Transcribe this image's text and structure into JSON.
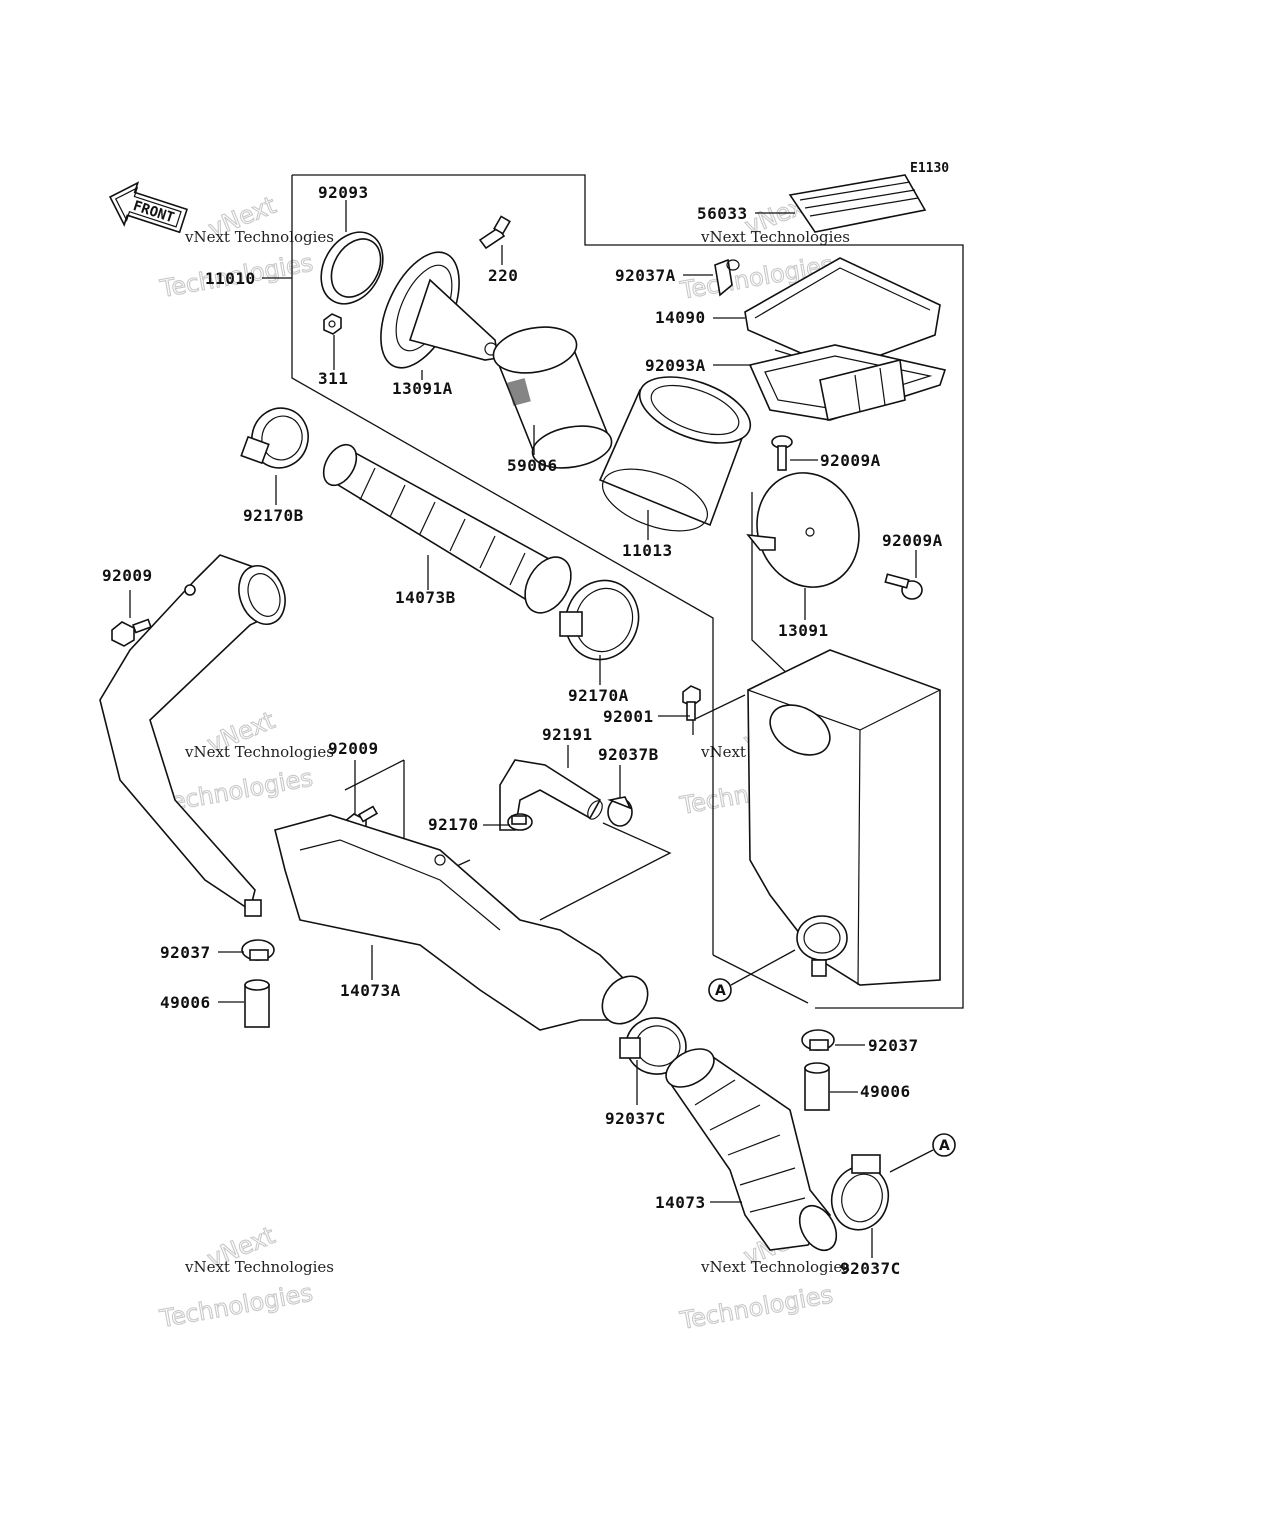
{
  "diagram_code": "E1130",
  "front_label": "FRONT",
  "callout_letter": "A",
  "watermark": {
    "line1": "vNext",
    "line2": "vNext Technologies",
    "line3": "Technologies"
  },
  "part_labels": {
    "p92093": "92093",
    "p11010": "11010",
    "p220": "220",
    "p311": "311",
    "p13091A": "13091A",
    "p56033": "56033",
    "p92037A": "92037A",
    "p14090": "14090",
    "p92093A": "92093A",
    "p59006": "59006",
    "p11013": "11013",
    "p92009A_top": "92009A",
    "p92009A_right": "92009A",
    "p13091": "13091",
    "p92170B": "92170B",
    "p14073B": "14073B",
    "p92009_left": "92009",
    "p92170A": "92170A",
    "p92001": "92001",
    "p92191": "92191",
    "p92037B": "92037B",
    "p92009_mid": "92009",
    "p92170": "92170",
    "p92037_left": "92037",
    "p14073A": "14073A",
    "p49006_left": "49006",
    "p92037_right": "92037",
    "p49006_right": "49006",
    "p92037C_mid": "92037C",
    "p14073": "14073",
    "p92037C_right": "92037C"
  }
}
